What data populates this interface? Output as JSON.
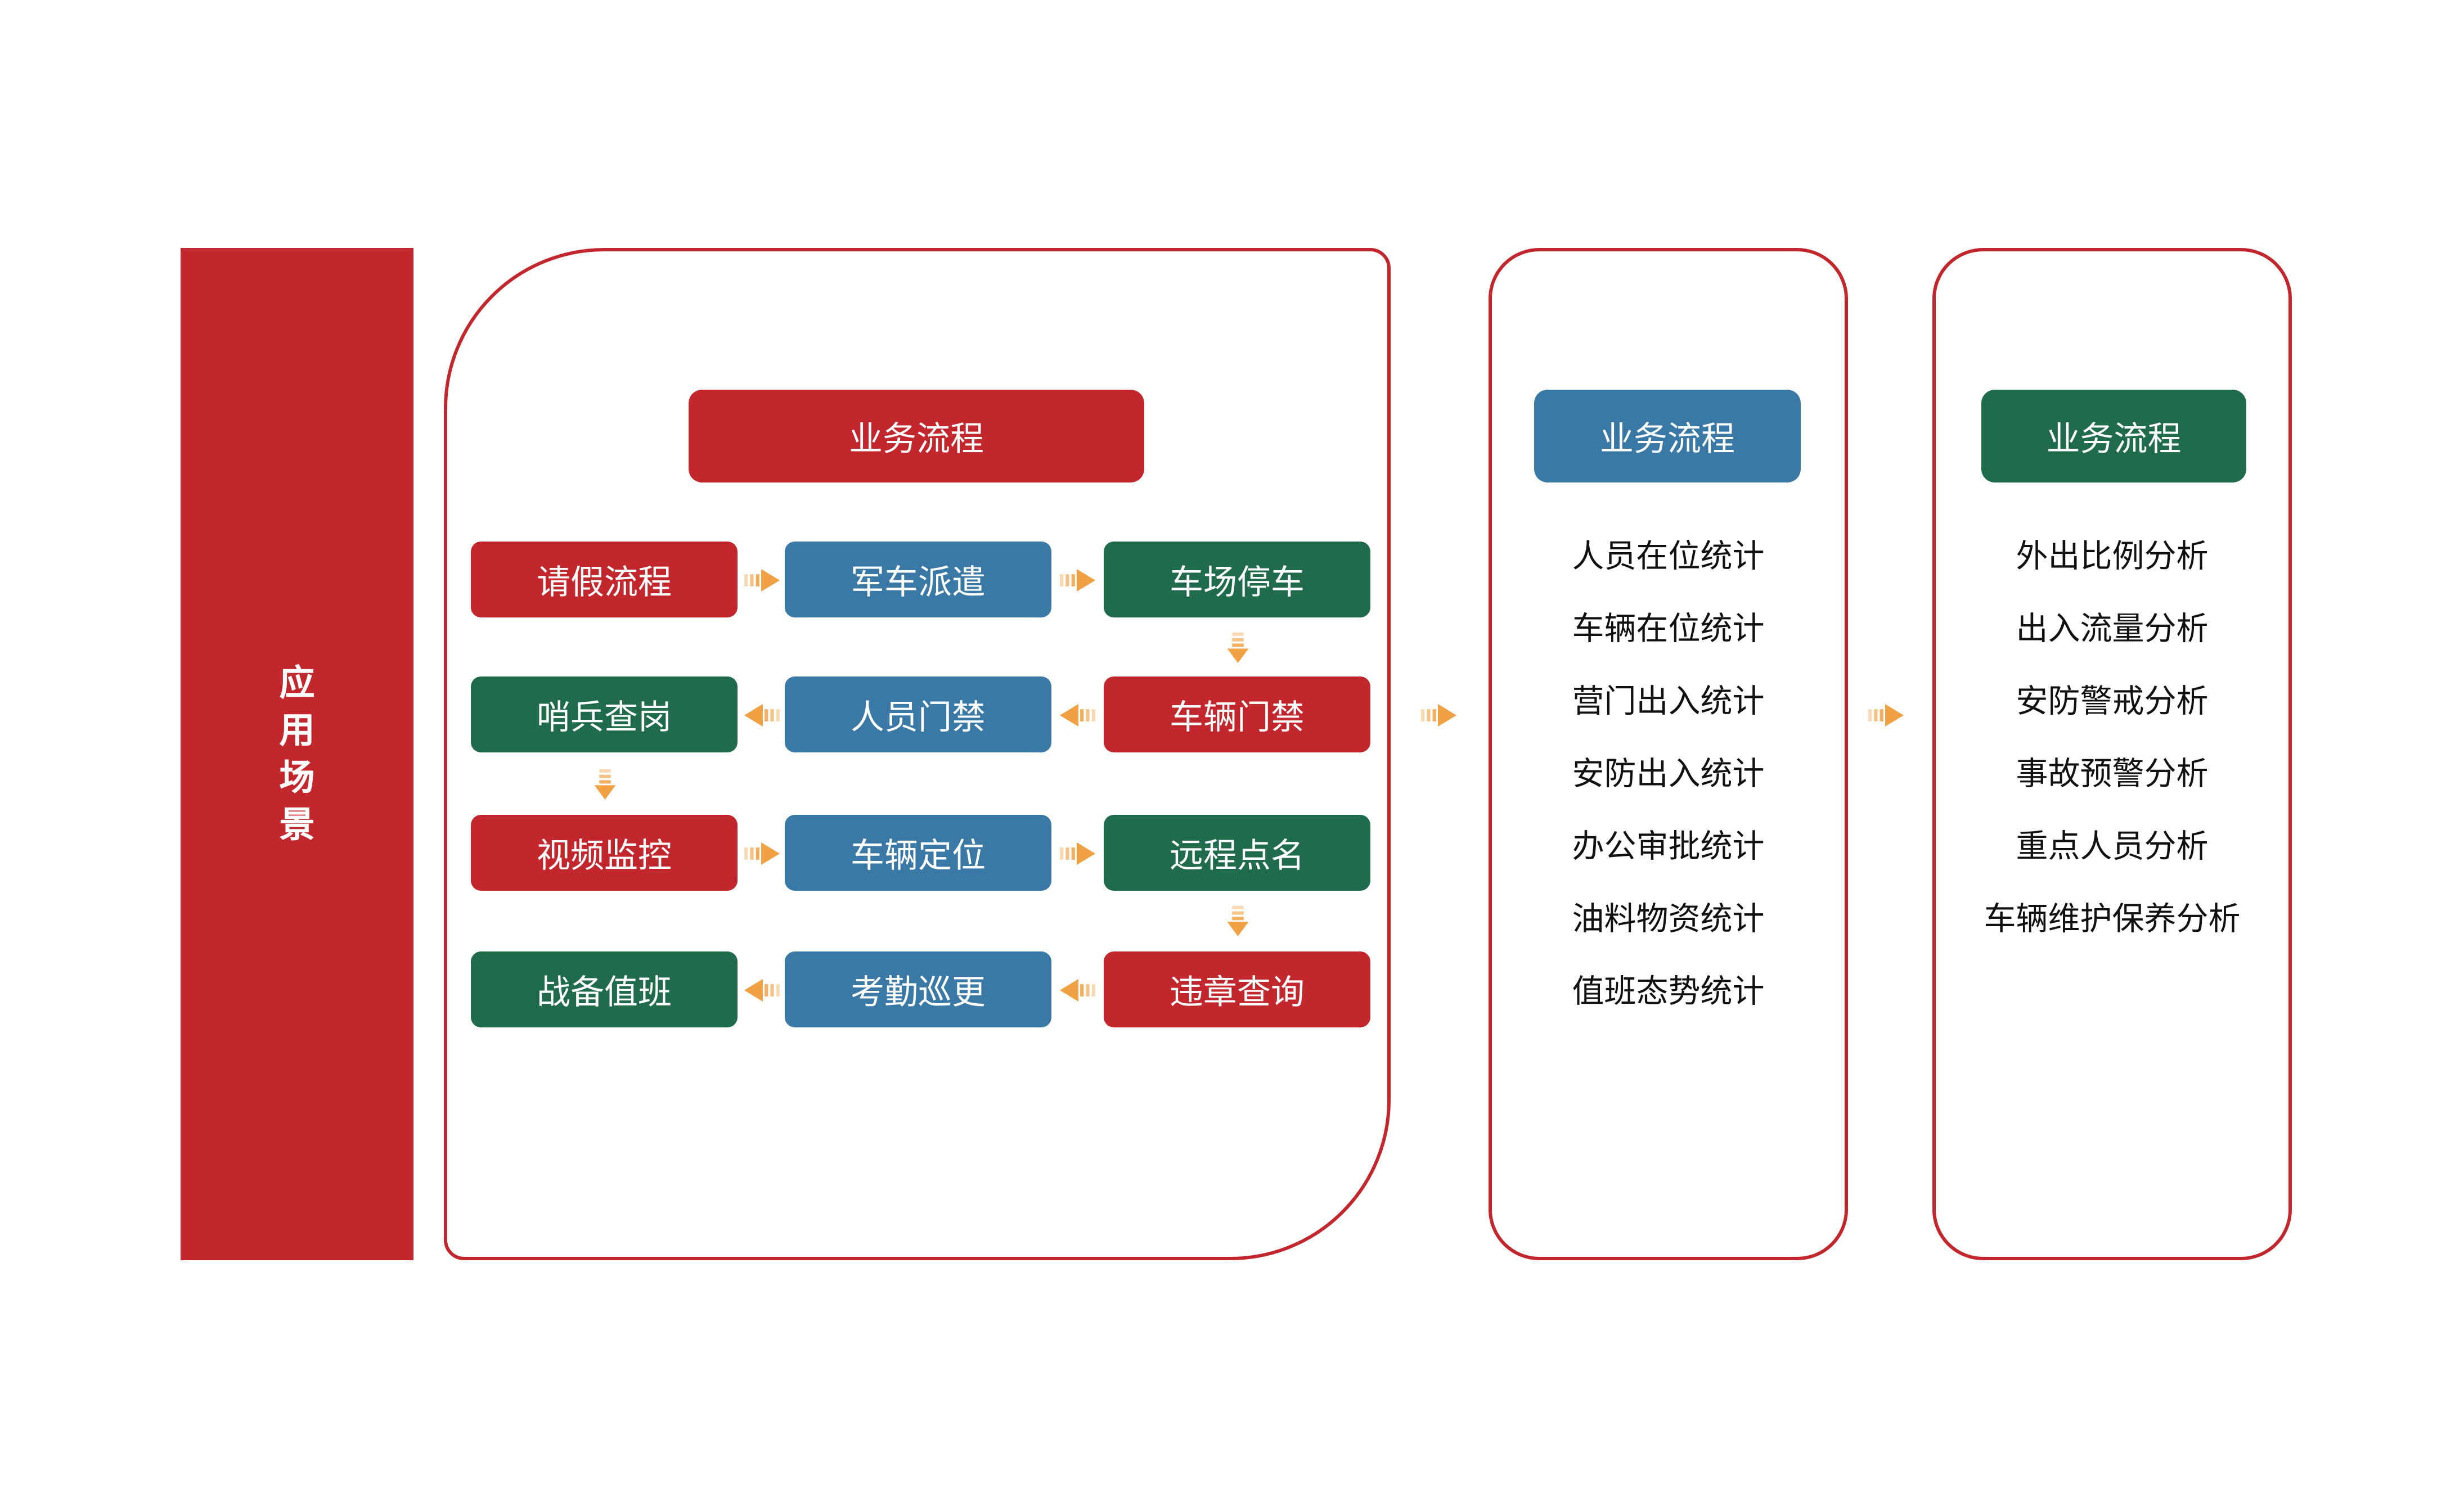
{
  "colors": {
    "red": "#C2272E",
    "blue": "#3A79A6",
    "green": "#1F6B4B",
    "orange": "#F0A143",
    "text": "#111111",
    "background": "#FFFFFF"
  },
  "sidebar": {
    "title": "应用场景",
    "chars": [
      "应",
      "用",
      "场",
      "景"
    ]
  },
  "main_panel": {
    "header": "业务流程",
    "header_color": "red",
    "rows": [
      [
        {
          "label": "请假流程",
          "color": "red"
        },
        {
          "label": "军车派遣",
          "color": "blue"
        },
        {
          "label": "车场停车",
          "color": "green"
        }
      ],
      [
        {
          "label": "哨兵查岗",
          "color": "green"
        },
        {
          "label": "人员门禁",
          "color": "blue"
        },
        {
          "label": "车辆门禁",
          "color": "red"
        }
      ],
      [
        {
          "label": "视频监控",
          "color": "red"
        },
        {
          "label": "车辆定位",
          "color": "blue"
        },
        {
          "label": "远程点名",
          "color": "green"
        }
      ],
      [
        {
          "label": "战备值班",
          "color": "green"
        },
        {
          "label": "考勤巡更",
          "color": "blue"
        },
        {
          "label": "违章查询",
          "color": "red"
        }
      ]
    ]
  },
  "stats_panel": {
    "header": "业务流程",
    "header_color": "blue",
    "items": [
      "人员在位统计",
      "车辆在位统计",
      "营门出入统计",
      "安防出入统计",
      "办公审批统计",
      "油料物资统计",
      "值班态势统计"
    ]
  },
  "analysis_panel": {
    "header": "业务流程",
    "header_color": "green",
    "items": [
      "外出比例分析",
      "出入流量分析",
      "安防警戒分析",
      "事故预警分析",
      "重点人员分析",
      "车辆维护保养分析"
    ]
  }
}
